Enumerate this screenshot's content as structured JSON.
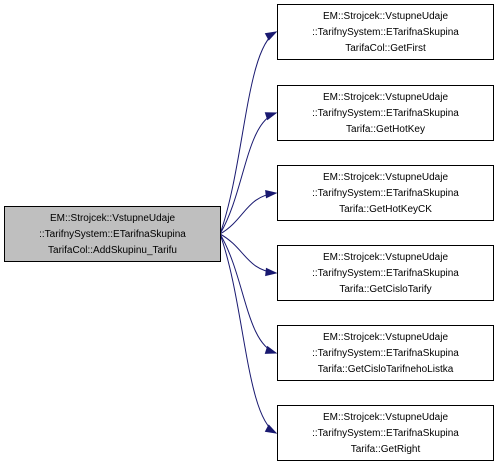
{
  "colors": {
    "source_fill": "#bfbfbf",
    "target_fill": "#ffffff",
    "border": "#000000",
    "edge": "#191970"
  },
  "source": {
    "lines": [
      "EM::Strojcek::VstupneUdaje",
      "::TarifnySystem::ETarifnaSkupina",
      "TarifaCol::AddSkupinu_Tarifu"
    ]
  },
  "targets": [
    {
      "id": "get-first",
      "lines": [
        "EM::Strojcek::VstupneUdaje",
        "::TarifnySystem::ETarifnaSkupina",
        "TarifaCol::GetFirst"
      ]
    },
    {
      "id": "get-hot-key",
      "lines": [
        "EM::Strojcek::VstupneUdaje",
        "::TarifnySystem::ETarifnaSkupina",
        "Tarifa::GetHotKey"
      ]
    },
    {
      "id": "get-hot-key-ck",
      "lines": [
        "EM::Strojcek::VstupneUdaje",
        "::TarifnySystem::ETarifnaSkupina",
        "Tarifa::GetHotKeyCK"
      ]
    },
    {
      "id": "get-cislo-tarify",
      "lines": [
        "EM::Strojcek::VstupneUdaje",
        "::TarifnySystem::ETarifnaSkupina",
        "Tarifa::GetCisloTarify"
      ]
    },
    {
      "id": "get-cislo-tarifneho-listka",
      "lines": [
        "EM::Strojcek::VstupneUdaje",
        "::TarifnySystem::ETarifnaSkupina",
        "Tarifa::GetCisloTarifnehoListka"
      ]
    },
    {
      "id": "get-right",
      "lines": [
        "EM::Strojcek::VstupneUdaje",
        "::TarifnySystem::ETarifnaSkupina",
        "Tarifa::GetRight"
      ]
    }
  ]
}
